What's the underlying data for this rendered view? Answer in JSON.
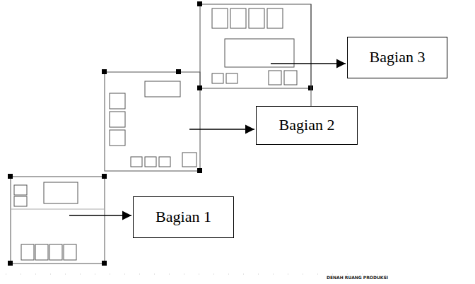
{
  "diagram": {
    "caption": "DENAH RUANG PRODUKSI",
    "nodes": [
      {
        "text": [
          "Bagian 3"
        ]
      },
      {
        "text": [
          "Bagian 2"
        ]
      },
      {
        "text": [
          "Bagian 1"
        ]
      }
    ]
  }
}
